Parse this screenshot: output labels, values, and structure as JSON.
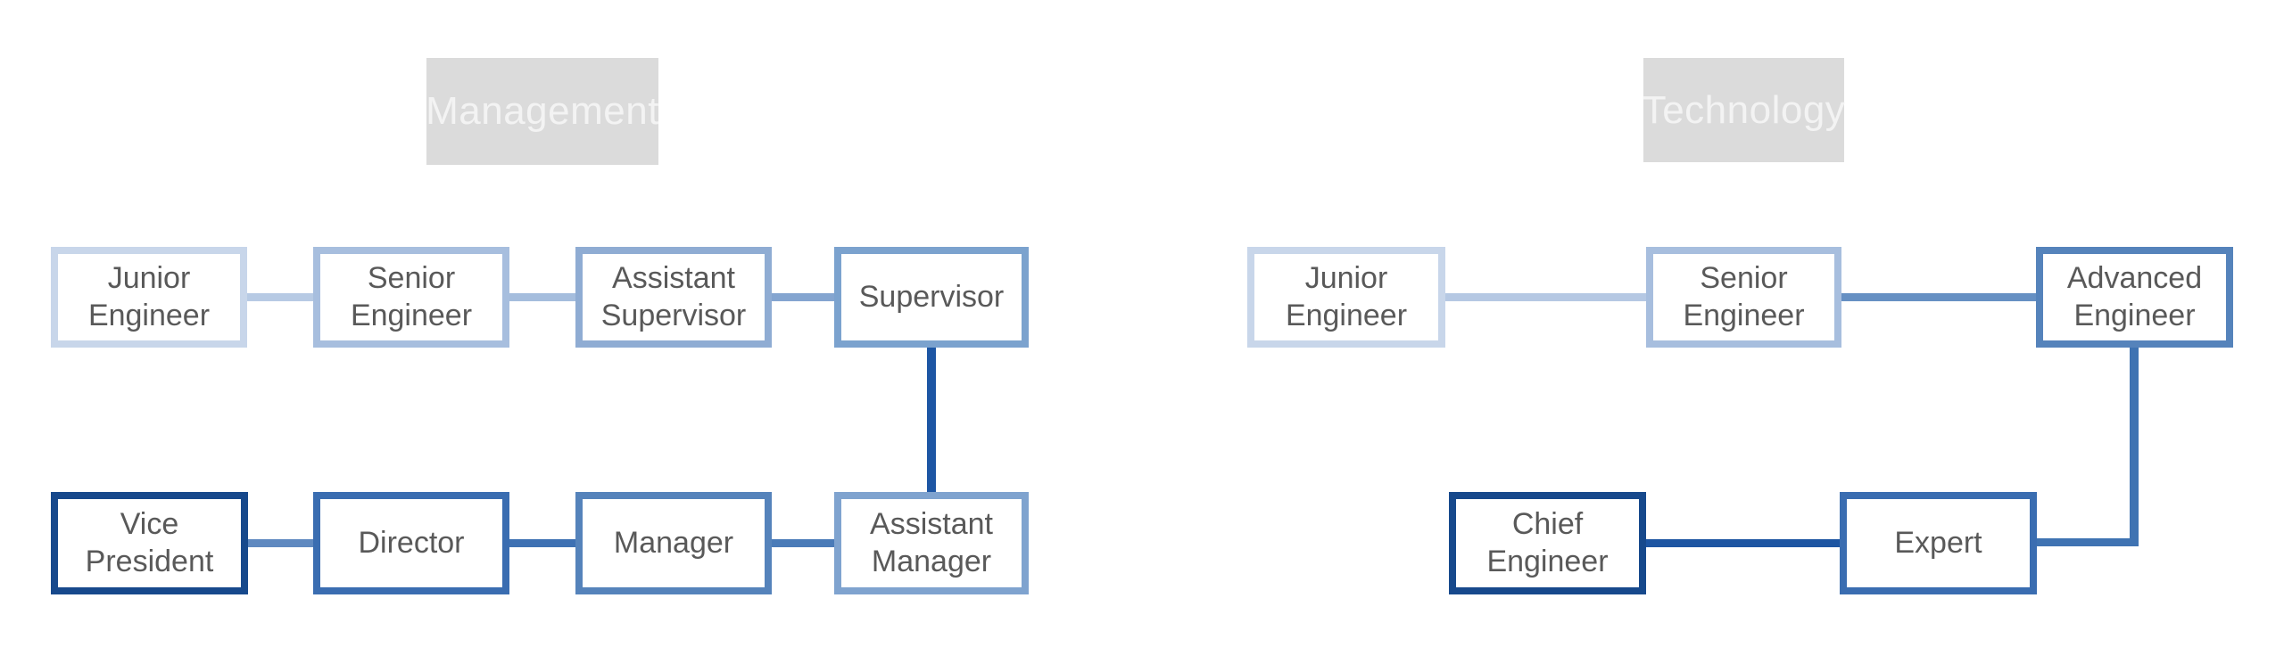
{
  "diagram": {
    "background_color": "#ffffff",
    "node_text_color": "#595959",
    "label_bg_color": "#dbdbdb",
    "label_text_color": "#f3f3f3"
  },
  "groups": [
    {
      "title": "Management",
      "nodes": [
        {
          "label": "Junior Engineer",
          "border_color": "#C8D6EA"
        },
        {
          "label": "Senior Engineer",
          "border_color": "#A7BEDE"
        },
        {
          "label": "Assistant Supervisor",
          "border_color": "#8FACD3"
        },
        {
          "label": "Supervisor",
          "border_color": "#7BA2CE"
        },
        {
          "label": "Vice President",
          "border_color": "#17498C"
        },
        {
          "label": "Director",
          "border_color": "#3A6DB1"
        },
        {
          "label": "Manager",
          "border_color": "#5583BB"
        },
        {
          "label": "Assistant Manager",
          "border_color": "#7FA3CF"
        }
      ],
      "connectors": [
        {
          "from": "Junior Engineer",
          "to": "Senior Engineer",
          "orientation": "horizontal",
          "color": "#B7CAE4"
        },
        {
          "from": "Senior Engineer",
          "to": "Assistant Supervisor",
          "orientation": "horizontal",
          "color": "#A5BDDD"
        },
        {
          "from": "Assistant Supervisor",
          "to": "Supervisor",
          "orientation": "horizontal",
          "color": "#84A5D0"
        },
        {
          "from": "Supervisor",
          "to": "Assistant Manager",
          "orientation": "vertical",
          "color": "#1D56A4"
        },
        {
          "from": "Assistant Manager",
          "to": "Manager",
          "orientation": "horizontal",
          "color": "#4A7BB8"
        },
        {
          "from": "Manager",
          "to": "Director",
          "orientation": "horizontal",
          "color": "#3E71B3"
        },
        {
          "from": "Director",
          "to": "Vice President",
          "orientation": "horizontal",
          "color": "#5F89C0"
        }
      ]
    },
    {
      "title": "Technology",
      "nodes": [
        {
          "label": "Junior Engineer",
          "border_color": "#C8D6EA"
        },
        {
          "label": "Senior Engineer",
          "border_color": "#A7BEDE"
        },
        {
          "label": "Advanced Engineer",
          "border_color": "#5583BB"
        },
        {
          "label": "Chief Engineer",
          "border_color": "#17498C"
        },
        {
          "label": "Expert",
          "border_color": "#3A6DB1"
        }
      ],
      "connectors": [
        {
          "from": "Junior Engineer",
          "to": "Senior Engineer",
          "orientation": "horizontal",
          "color": "#B5C8E3"
        },
        {
          "from": "Senior Engineer",
          "to": "Advanced Engineer",
          "orientation": "horizontal",
          "color": "#6690C3"
        },
        {
          "from": "Advanced Engineer",
          "to": "Expert",
          "orientation": "elbow",
          "color": "#3F73B2"
        },
        {
          "from": "Chief Engineer",
          "to": "Expert",
          "orientation": "horizontal",
          "color": "#1D55A2"
        }
      ]
    }
  ]
}
